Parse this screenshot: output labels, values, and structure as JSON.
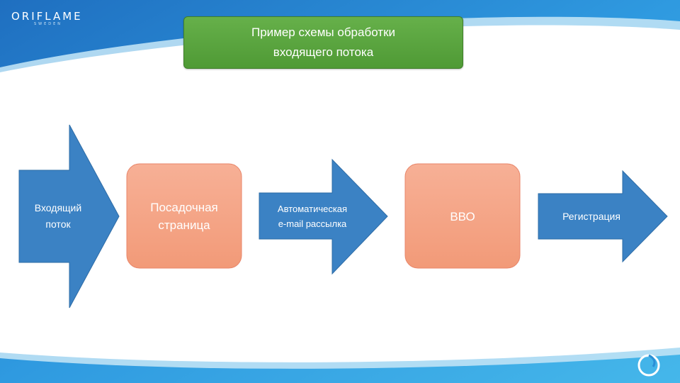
{
  "logo": {
    "text": "ORIFLAME",
    "subtext": "SWEDEN"
  },
  "title": {
    "line1": "Пример схемы обработки",
    "line2": "входящего потока"
  },
  "steps": [
    {
      "label_line1": "Входящий",
      "label_line2": "поток",
      "shape": "arrow"
    },
    {
      "label_line1": "Посадочная",
      "label_line2": "страница",
      "shape": "rounded-box"
    },
    {
      "label_line1": "Автоматическая",
      "label_line2": "e-mail рассылка",
      "shape": "arrow"
    },
    {
      "label_line1": "ВВО",
      "shape": "rounded-box"
    },
    {
      "label_line1": "Регистрация",
      "shape": "arrow"
    }
  ],
  "colors": {
    "arrow_fill": "#3b82c4",
    "box_fill": "#f5a384",
    "title_fill": "#5aa83f",
    "background": "#2a8fd6"
  }
}
